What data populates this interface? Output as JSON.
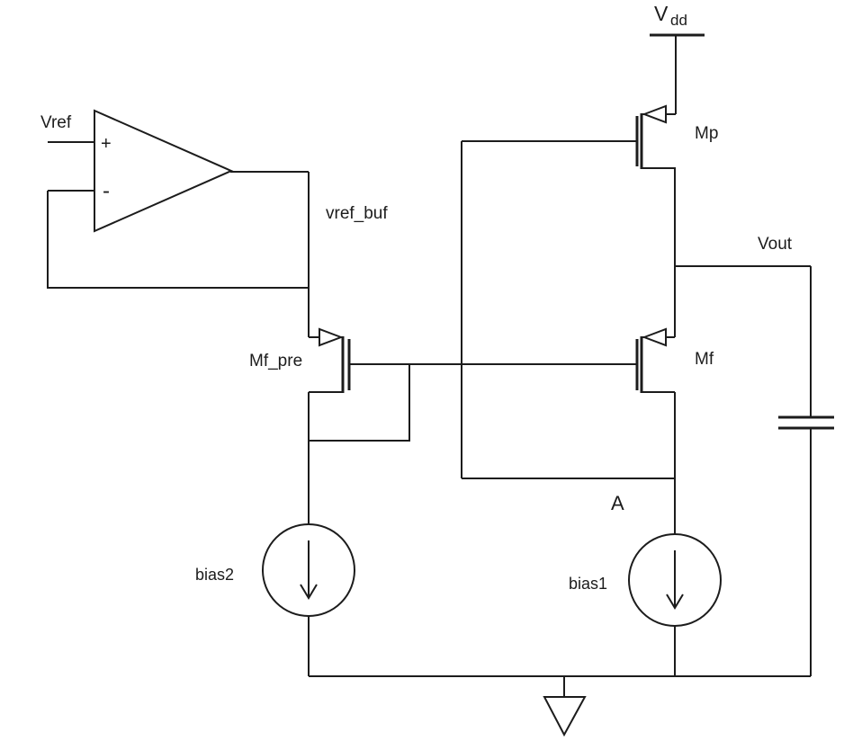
{
  "diagram": {
    "kind": "analog-circuit-schematic",
    "colors": {
      "line": "#1c1c1c",
      "text": "#1c1c1c",
      "background": "#ffffff"
    },
    "labels": {
      "vdd_main": "V",
      "vdd_sub": "dd",
      "vref": "Vref",
      "opamp_plus": "+",
      "opamp_minus": "-",
      "vref_buf": "vref_buf",
      "mf_pre": "Mf_pre",
      "mp": "Mp",
      "mf": "Mf",
      "vout": "Vout",
      "bias1": "bias1",
      "bias2": "bias2",
      "node_a": "A"
    },
    "components": [
      {
        "id": "opamp",
        "type": "op-amp",
        "plus_input": "Vref",
        "minus_input": "feedback from output",
        "output_net": "vref_buf"
      },
      {
        "id": "Mf_pre",
        "type": "pmos",
        "source": "vref_buf",
        "gate": "tied to own drain and to gate of Mf",
        "drain": "bias2 top"
      },
      {
        "id": "Mp",
        "type": "pmos",
        "source": "Vdd",
        "gate": "node A",
        "drain": "Vout"
      },
      {
        "id": "Mf",
        "type": "pmos",
        "source": "Vout",
        "gate": "shared with Mf_pre",
        "drain": "node A"
      },
      {
        "id": "bias1",
        "type": "current-source",
        "top": "node A",
        "bottom": "ground rail",
        "arrow": "down"
      },
      {
        "id": "bias2",
        "type": "current-source",
        "top": "Mf_pre drain",
        "bottom": "ground rail",
        "arrow": "down"
      },
      {
        "id": "cap",
        "type": "capacitor",
        "top": "Vout",
        "bottom": "ground rail"
      },
      {
        "id": "gnd",
        "type": "ground-symbol"
      },
      {
        "id": "vdd",
        "type": "supply-rail",
        "net": "Vdd"
      }
    ]
  }
}
